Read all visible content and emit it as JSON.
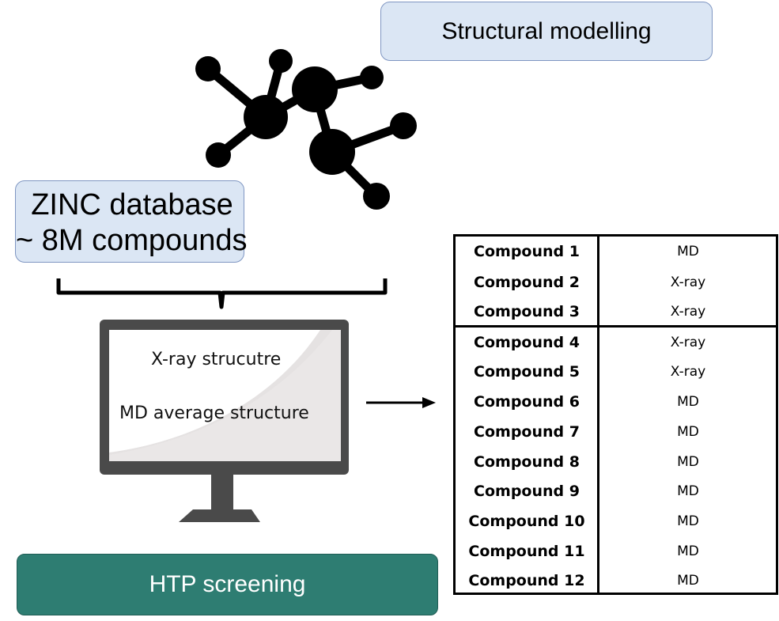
{
  "structural_modelling": {
    "label": "Structural modelling"
  },
  "zinc": {
    "line1": "ZINC database",
    "line2": "~ 8M compounds"
  },
  "monitor": {
    "line1": "X-ray strucutre",
    "line2": "MD average structure"
  },
  "htp": {
    "label": "HTP screening"
  },
  "table": {
    "rows": [
      {
        "name": "Compound 1",
        "method": "MD"
      },
      {
        "name": "Compound 2",
        "method": "X-ray"
      },
      {
        "name": "Compound 3",
        "method": "X-ray"
      },
      {
        "name": "Compound 4",
        "method": "X-ray"
      },
      {
        "name": "Compound 5",
        "method": "X-ray"
      },
      {
        "name": "Compound 6",
        "method": "MD"
      },
      {
        "name": "Compound 7",
        "method": "MD"
      },
      {
        "name": "Compound 8",
        "method": "MD"
      },
      {
        "name": "Compound 9",
        "method": "MD"
      },
      {
        "name": "Compound 10",
        "method": "MD"
      },
      {
        "name": "Compound 11",
        "method": "MD"
      },
      {
        "name": "Compound 12",
        "method": "MD"
      }
    ]
  },
  "colors": {
    "box_fill": "#dbe6f4",
    "box_border": "#7f96c2",
    "htp_fill": "#2e7d72",
    "monitor_frame": "#4a4a4a"
  }
}
